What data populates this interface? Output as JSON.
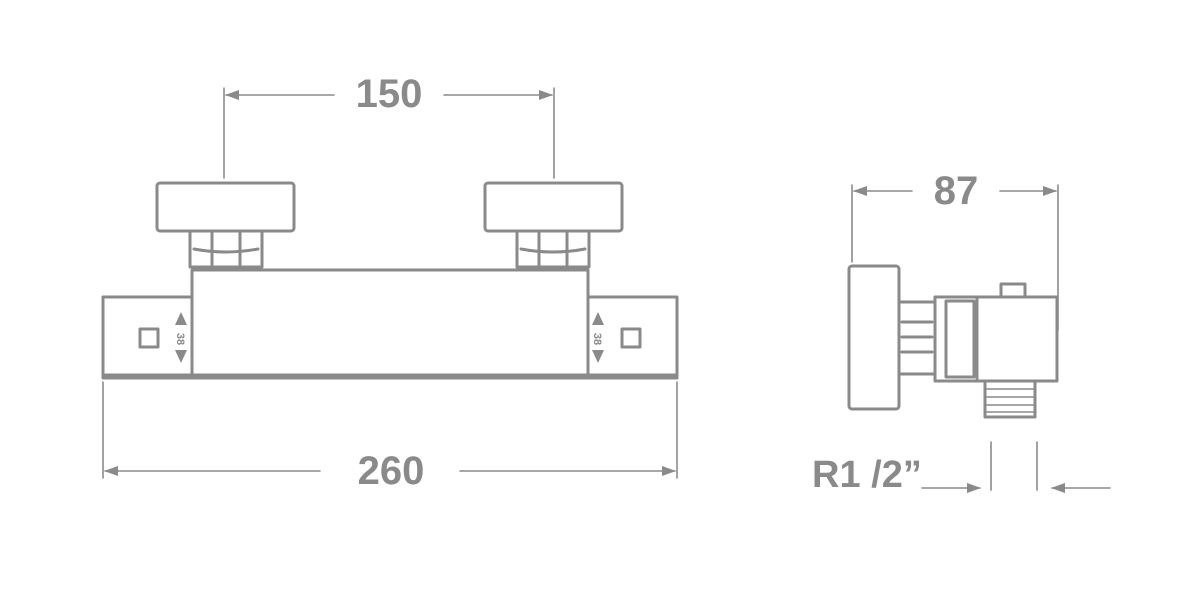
{
  "dimensions": {
    "handle_spacing": "150",
    "total_width": "260",
    "depth": "87",
    "thread": "R1 /2”"
  },
  "marks": {
    "scale_text": "38"
  },
  "colors": {
    "line": "#8a8a8a",
    "background": "#ffffff"
  }
}
